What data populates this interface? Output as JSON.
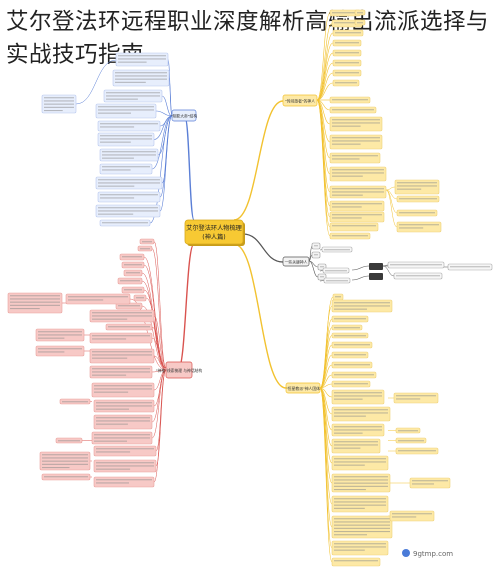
{
  "title": "艾尔登法环远程职业深度解析高输出流派选择与实战技巧指南",
  "center": {
    "line1": "艾尔登法环人物梳理",
    "line2": "(神人篇)"
  },
  "branches": {
    "blue": "\"阴影大帝\"结构",
    "yellow_top": "\"时间旅者\"的神人",
    "gray": "一些关键神人",
    "red": "\"神格\"线索梳理 与神话结构",
    "yellow_bottom": "\"恒星教派\"神人团体"
  },
  "colors": {
    "blue": "#5b7fd6",
    "yellow": "#f2c230",
    "red": "#d9534f",
    "gray": "#555555",
    "blue_fill": "#e7eefc",
    "yellow_fill": "#fde9a6",
    "red_fill": "#f7c9c6"
  },
  "watermark": "9gtmp.com"
}
